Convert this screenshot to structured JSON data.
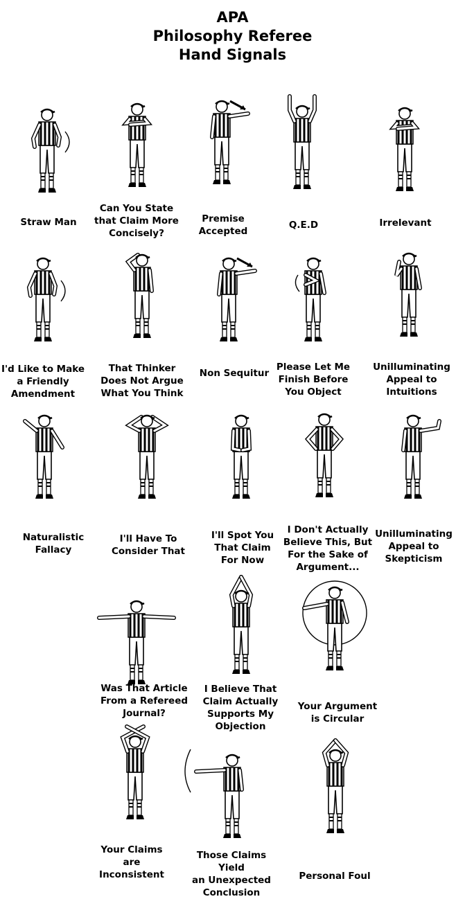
{
  "title_lines": [
    "APA",
    "Philosophy Referee",
    "Hand Signals"
  ],
  "signals": [
    {
      "name": "straw-man",
      "caption": "Straw Man",
      "pose": "crouch"
    },
    {
      "name": "state-claim-concisely",
      "caption": "Can You State\nthat Claim More\nConcisely?",
      "pose": "arms-crossed-chest"
    },
    {
      "name": "premise-accepted",
      "caption": "Premise\nAccepted",
      "pose": "point-side"
    },
    {
      "name": "qed",
      "caption": "Q.E.D",
      "pose": "arms-up"
    },
    {
      "name": "irrelevant",
      "caption": "Irrelevant",
      "pose": "arms-crossed-chest"
    },
    {
      "name": "friendly-amendment",
      "caption": "I'd Like to Make\na Friendly\nAmendment",
      "pose": "crouch"
    },
    {
      "name": "thinker-does-not-argue",
      "caption": "That Thinker\nDoes Not Argue\nWhat You Think",
      "pose": "hand-on-head"
    },
    {
      "name": "non-sequitur",
      "caption": "Non Sequitur",
      "pose": "point-side"
    },
    {
      "name": "let-me-finish",
      "caption": "Please Let Me\nFinish Before\nYou Object",
      "pose": "roll"
    },
    {
      "name": "appeal-to-intuitions",
      "caption": "Unilluminating\nAppeal to\nIntuitions",
      "pose": "hand-up"
    },
    {
      "name": "naturalistic-fallacy",
      "caption": "Naturalistic\nFallacy",
      "pose": "diagonal"
    },
    {
      "name": "have-to-consider",
      "caption": "I'll Have To\nConsider That",
      "pose": "hands-on-head"
    },
    {
      "name": "spot-you-claim",
      "caption": "I'll Spot You\nThat Claim\nFor Now",
      "pose": "hands-belt"
    },
    {
      "name": "sake-of-argument",
      "caption": "I Don't Actually\nBelieve This, But\nFor the Sake of\nArgument...",
      "pose": "hands-hips"
    },
    {
      "name": "appeal-to-skepticism",
      "caption": "Unilluminating\nAppeal to\nSkepticism",
      "pose": "push-side"
    },
    {
      "name": "refereed-journal",
      "caption": "Was That Article\nFrom a Refereed\nJournal?",
      "pose": "t-pose"
    },
    {
      "name": "supports-objection",
      "caption": "I Believe That\nClaim Actually\nSupports My\nObjection",
      "pose": "hands-together-up"
    },
    {
      "name": "argument-circular",
      "caption": "Your Argument\nis Circular",
      "pose": "circle"
    },
    {
      "name": "claims-inconsistent",
      "caption": "Your Claims\nare\nInconsistent",
      "pose": "x-above-head"
    },
    {
      "name": "unexpected-conclusion",
      "caption": "Those Claims Yield\nan Unexpected\nConclusion",
      "pose": "arc-arm"
    },
    {
      "name": "personal-foul",
      "caption": "Personal Foul",
      "pose": "hands-above-head"
    }
  ]
}
